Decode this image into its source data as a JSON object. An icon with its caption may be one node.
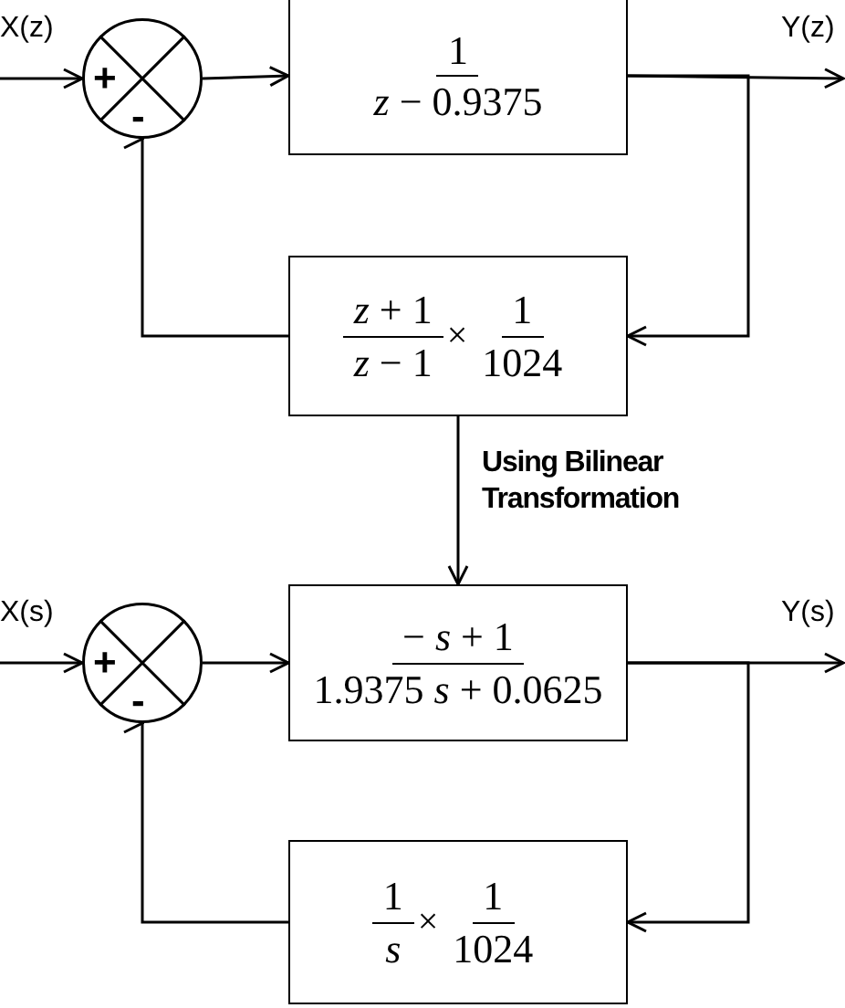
{
  "diagram": {
    "nodes": [
      {
        "text": [
          "+",
          "-"
        ]
      },
      {
        "text": [
          "1",
          "*z* − 0.9375"
        ]
      },
      {
        "text": [
          "*z* + 1",
          "*z* − 1",
          "×",
          "1",
          "1024"
        ]
      },
      {
        "text": [
          "+",
          "-"
        ]
      },
      {
        "text": [
          "− *s* + 1",
          "1.9375 *s* + 0.0625"
        ]
      },
      {
        "text": [
          "1",
          "*s*",
          "×",
          "1",
          "1024"
        ]
      }
    ],
    "edges": [
      {
        "from": null,
        "to": 0,
        "arrow": "to",
        "label": "X(z)"
      },
      {
        "from": 0,
        "to": 1,
        "arrow": "to"
      },
      {
        "from": 1,
        "to": null,
        "arrow": "to",
        "label": "Y(z)"
      },
      {
        "from": 1,
        "to": 2,
        "arrow": "to"
      },
      {
        "from": 2,
        "to": 0,
        "arrow": "to"
      },
      {
        "from": 2,
        "to": 4,
        "arrow": "to",
        "label": "Using Bilinear Transformation"
      },
      {
        "from": null,
        "to": 3,
        "arrow": "to",
        "label": "X(s)"
      },
      {
        "from": 3,
        "to": 4,
        "arrow": "to"
      },
      {
        "from": 4,
        "to": null,
        "arrow": "to",
        "label": "Y(s)"
      },
      {
        "from": 4,
        "to": 5,
        "arrow": "to"
      },
      {
        "from": 5,
        "to": 3,
        "arrow": "to"
      }
    ]
  }
}
